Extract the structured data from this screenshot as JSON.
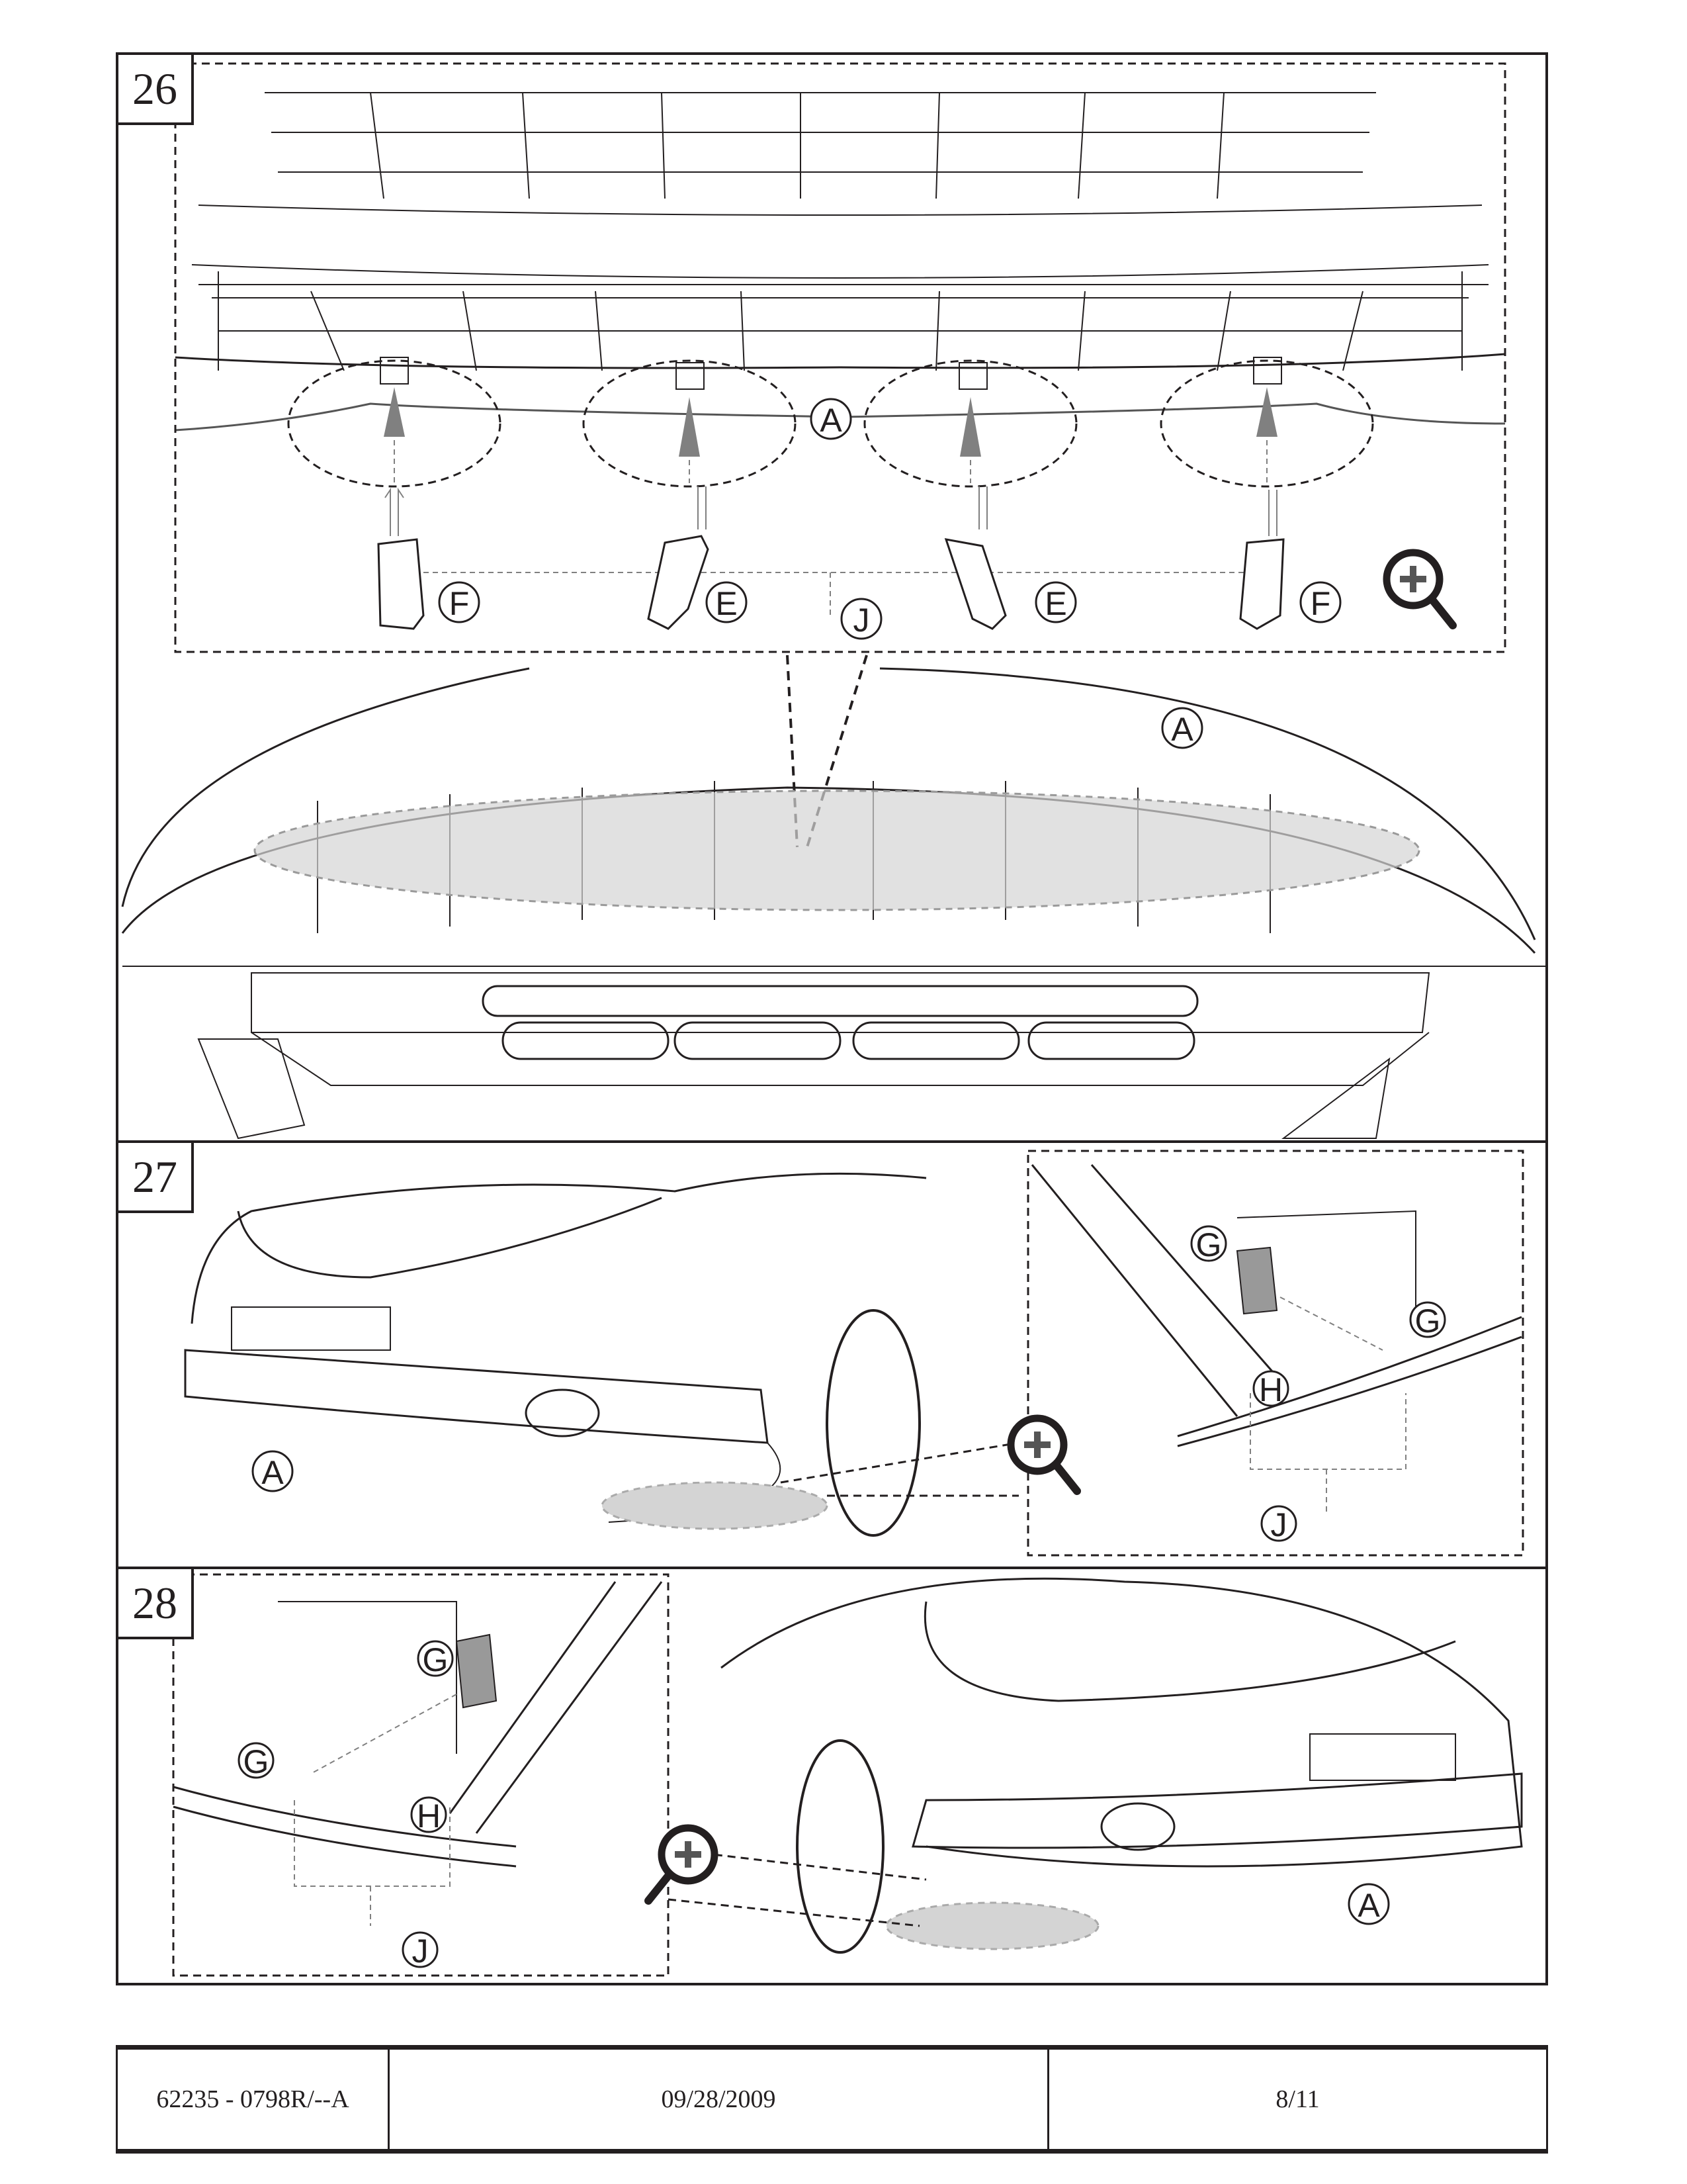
{
  "steps": [
    {
      "number": "26",
      "callouts": {
        "bumper": "A",
        "bumper_lower": "A",
        "bracket_left": "F",
        "bracket_mid_left": "E",
        "bracket_mid_right": "E",
        "bracket_right": "F",
        "fastener": "J"
      }
    },
    {
      "number": "27",
      "callouts": {
        "bumper": "A",
        "bracket_loose": "G",
        "bracket_installed": "G",
        "hardware": "H",
        "fastener": "J"
      }
    },
    {
      "number": "28",
      "callouts": {
        "bumper": "A",
        "bracket_loose": "G",
        "bracket_installed": "G",
        "hardware": "H",
        "fastener": "J"
      }
    }
  ],
  "icons": {
    "zoom": "magnifier-plus-icon"
  },
  "colors": {
    "line": "#231f20",
    "highlight": "#d4d4d4",
    "arrow": "#808080"
  },
  "footer": {
    "part_number": "62235 - 0798R/--A",
    "date": "09/28/2009",
    "page": "8/11"
  }
}
